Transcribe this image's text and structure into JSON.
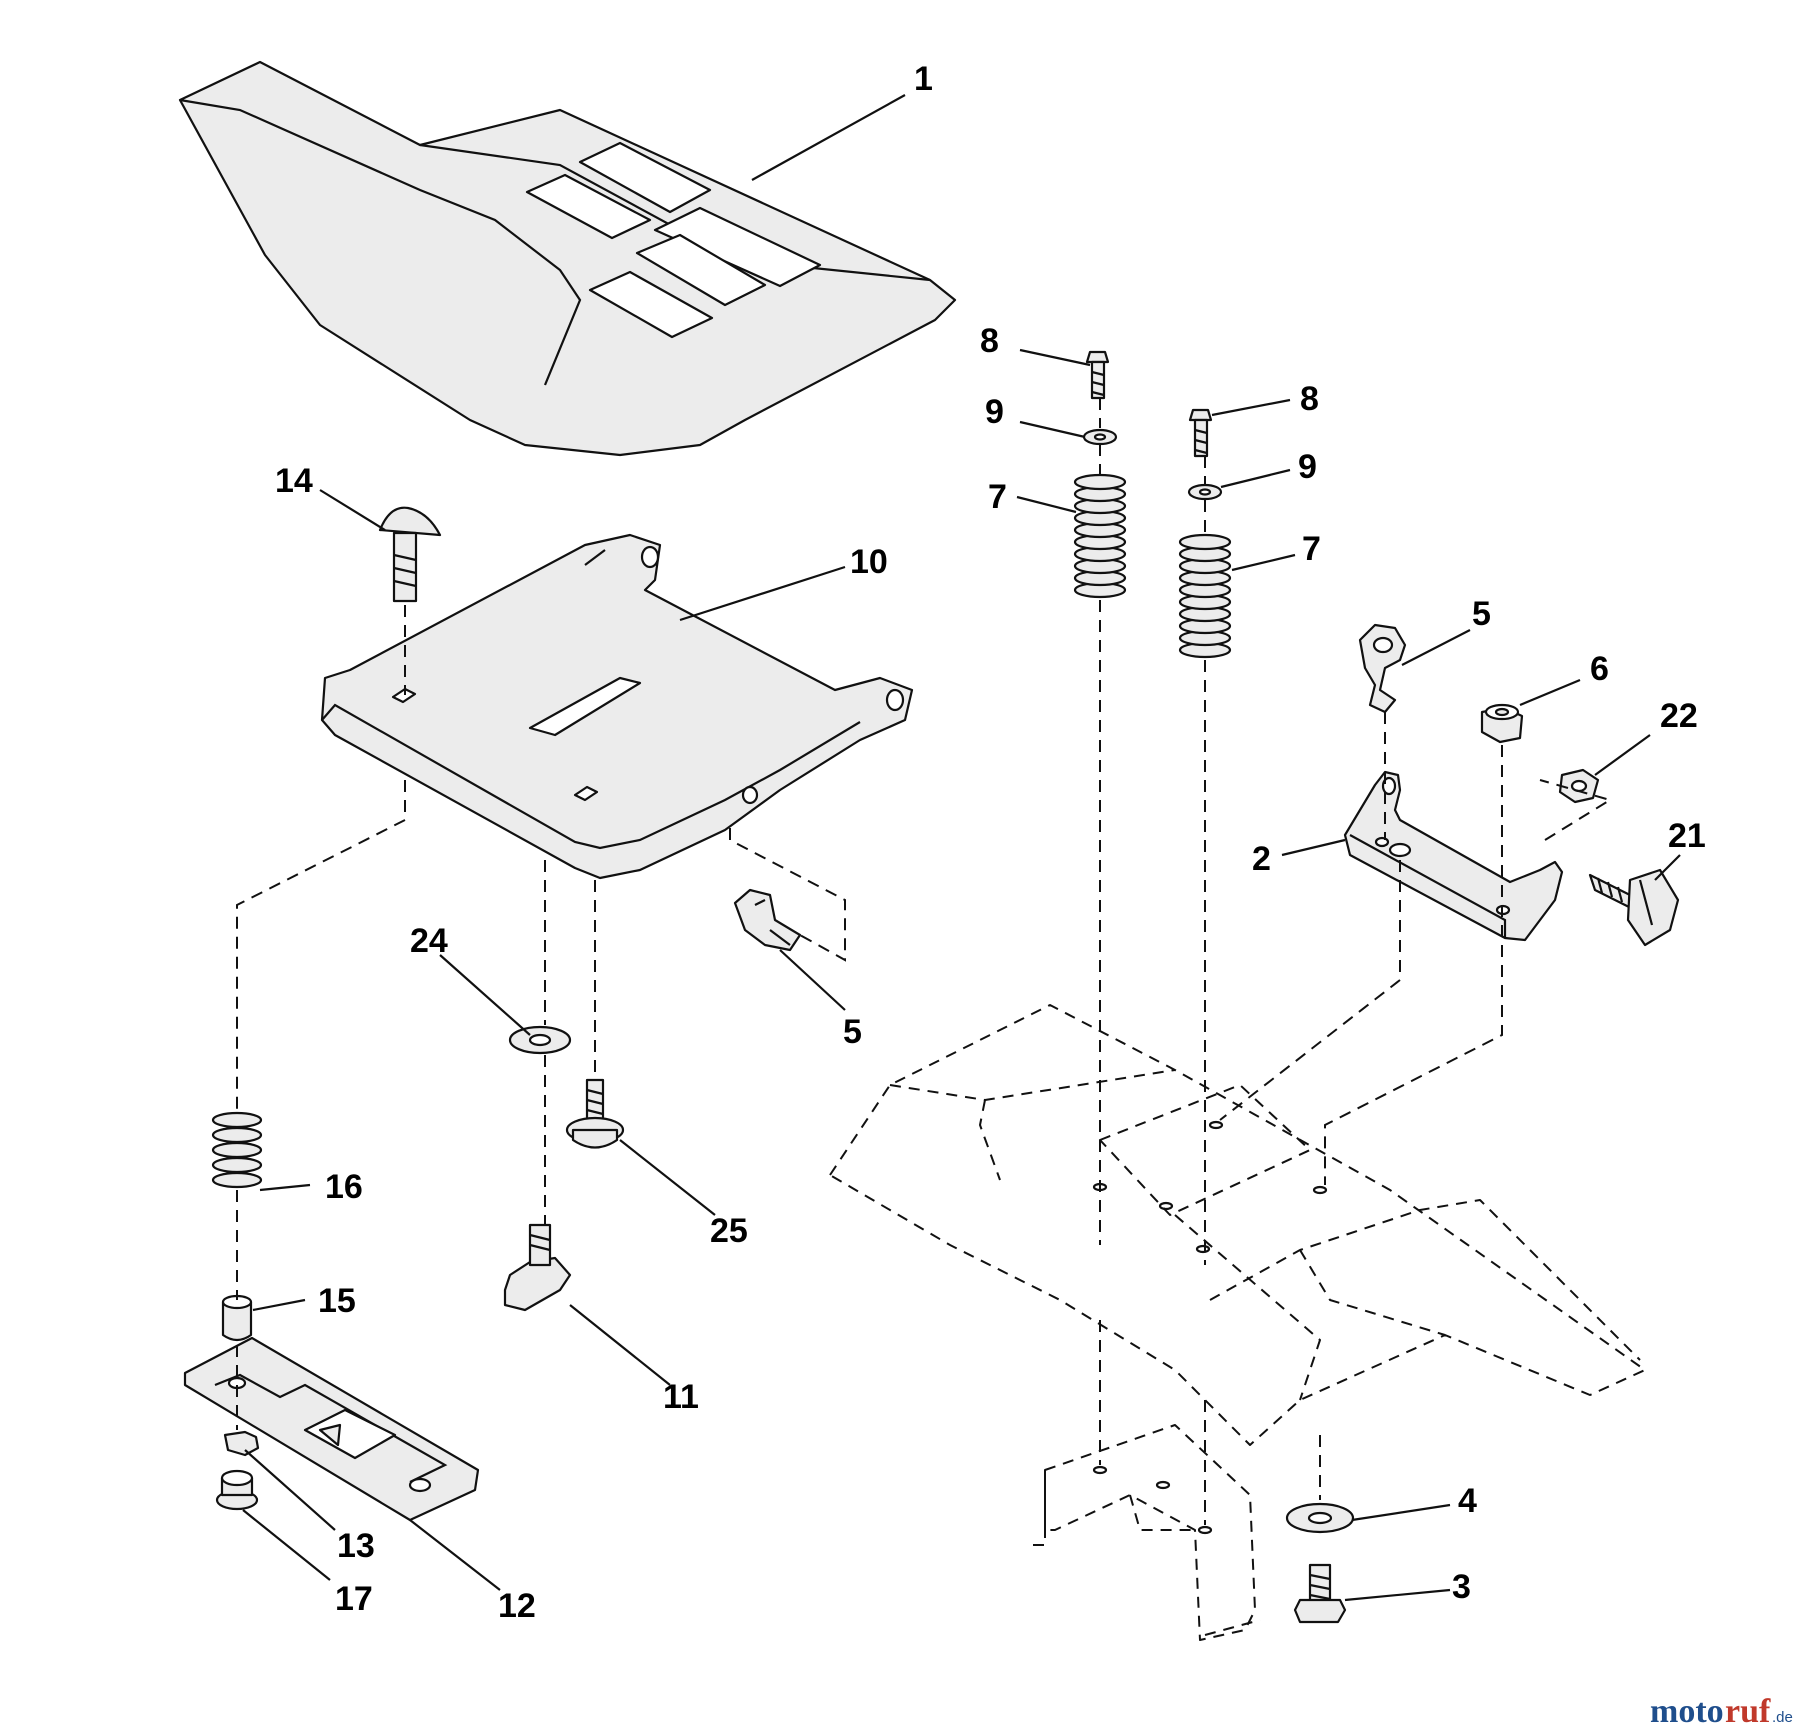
{
  "callouts": {
    "c1": "1",
    "c2": "2",
    "c3": "3",
    "c4": "4",
    "c5a": "5",
    "c5b": "5",
    "c6": "6",
    "c7a": "7",
    "c7b": "7",
    "c8a": "8",
    "c8b": "8",
    "c9a": "9",
    "c9b": "9",
    "c10": "10",
    "c11": "11",
    "c12": "12",
    "c13": "13",
    "c14": "14",
    "c15": "15",
    "c16": "16",
    "c17": "17",
    "c21": "21",
    "c22": "22",
    "c24": "24",
    "c25": "25"
  },
  "watermark": {
    "brand_part1": "moto",
    "brand_part2": "ruf",
    "tld": ".de"
  }
}
